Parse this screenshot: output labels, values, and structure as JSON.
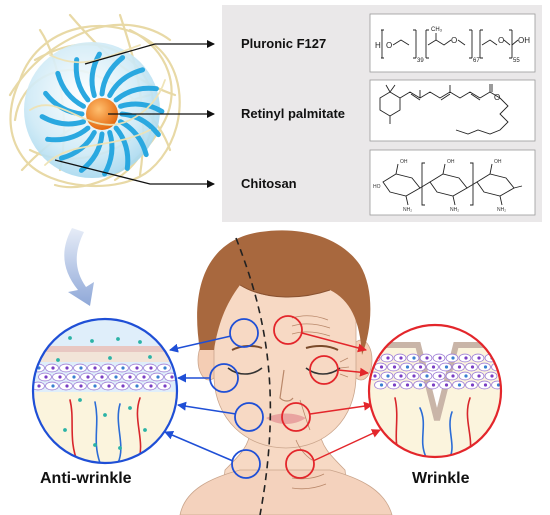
{
  "components": [
    {
      "label": "Pluronic F127"
    },
    {
      "label": "Retinyl palmitate"
    },
    {
      "label": "Chitosan"
    }
  ],
  "pluronic_formula": {
    "h": "H",
    "o1": "O",
    "o2": "O",
    "o3": "O",
    "ch3": "CH₃",
    "oh": "OH",
    "sub1": "39",
    "sub2": "67",
    "sub3": "55"
  },
  "retinyl_formula": {
    "o": "O"
  },
  "chitosan_formula": {
    "oh_left": "HO",
    "oh1": "OH",
    "oh2": "OH",
    "oh3": "OH",
    "nh2_1": "NH₂",
    "nh2_2": "NH₂",
    "nh2_3": "NH₂"
  },
  "outcomes": {
    "left": "Anti-wrinkle",
    "right": "Wrinkle"
  },
  "colors": {
    "anti_wrinkle": "#1f4fd6",
    "wrinkle": "#e3262b",
    "panel_bg": "#eae8e9",
    "hair": "#a8683e",
    "skin": "#f7d9c4",
    "core": "#f08020",
    "shell": "#2aa8e0"
  }
}
